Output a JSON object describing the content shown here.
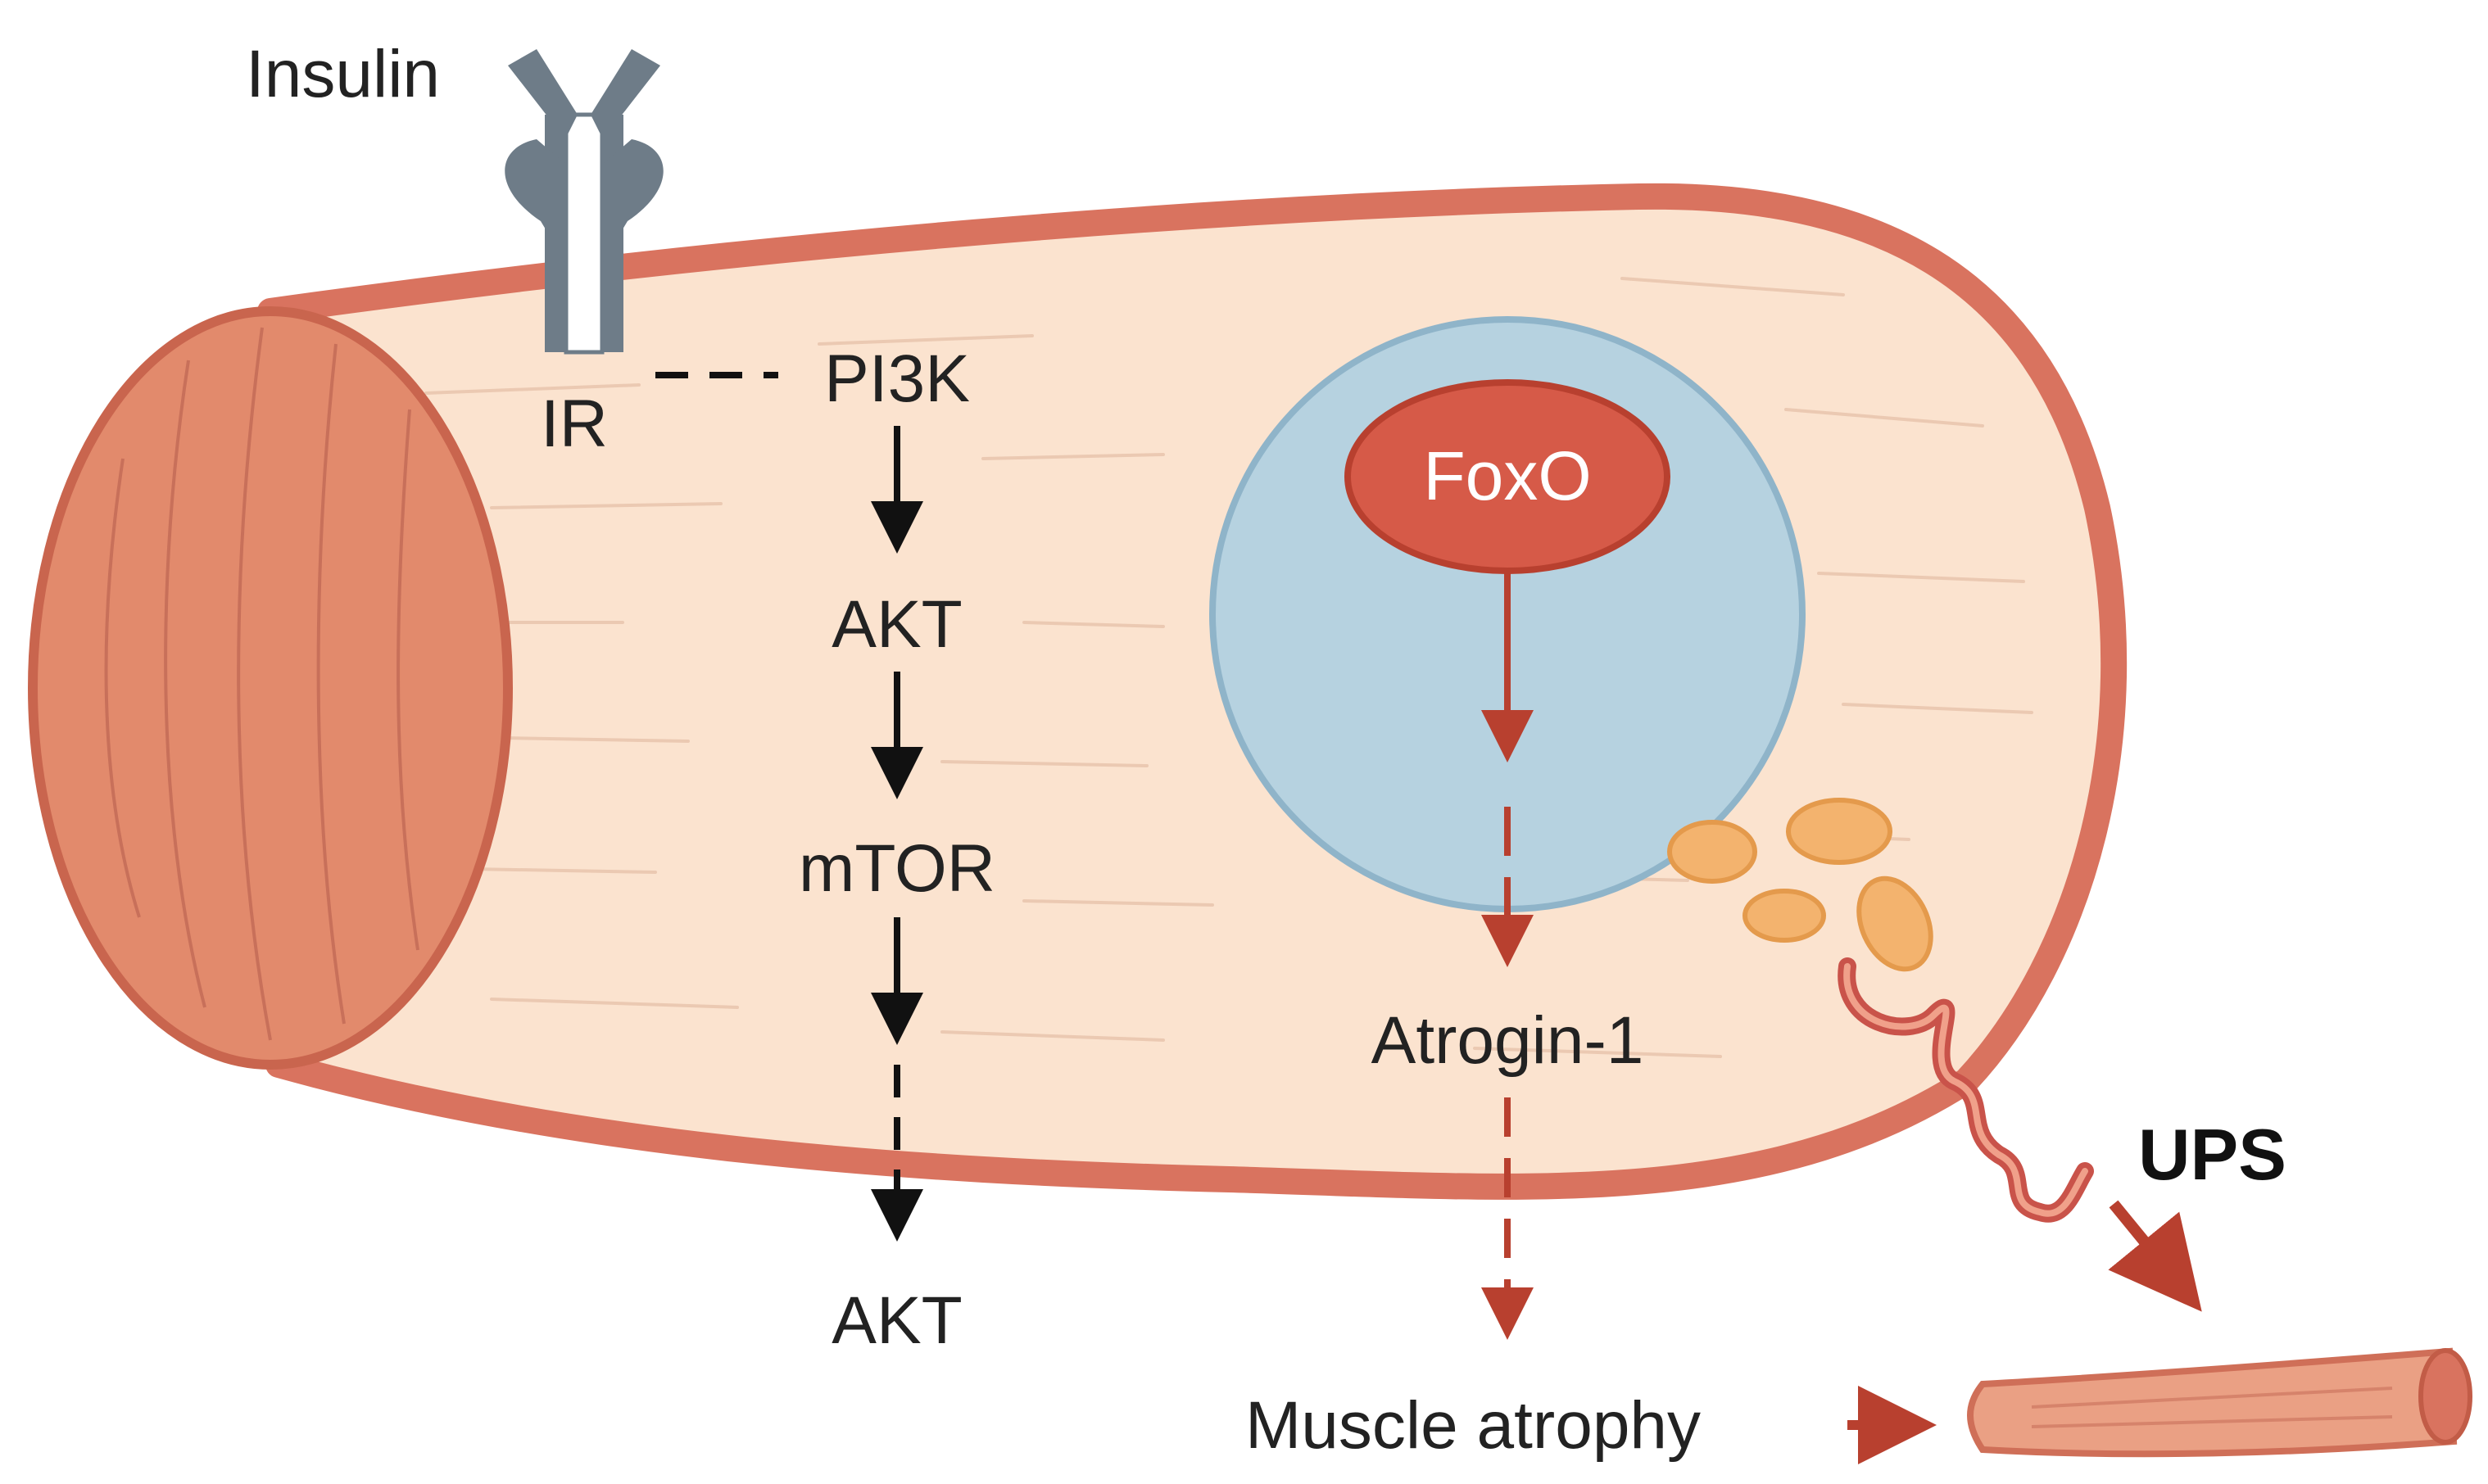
{
  "labels": {
    "insulin": "Insulin",
    "ir": "IR",
    "pi3k": "PI3K",
    "akt_1": "AKT",
    "mtor": "mTOR",
    "akt_2": "AKT",
    "foxo": "FoxO",
    "atrogin": "Atrogin-1",
    "muscle_atrophy": "Muscle atrophy",
    "ups": "UPS"
  },
  "colors": {
    "membrane": "#d9735f",
    "cytoplasm": "#fbe3cf",
    "fiber_end": "#e28a6c",
    "nucleus": "#b6d2e0",
    "nucleus_border": "#8fb4c9",
    "foxo_fill": "#d65a48",
    "receptor": "#6e7c88",
    "arrow_black": "#111111",
    "arrow_red": "#b8402f",
    "proteasome": "#f3b36e",
    "text": "#222222"
  },
  "icons": {
    "receptor": "insulin-receptor-icon",
    "proteasome": "proteasome-icon",
    "ubiquitin": "ubiquitin-chain-icon",
    "atrophied_fiber": "atrophied-muscle-fiber-icon"
  }
}
